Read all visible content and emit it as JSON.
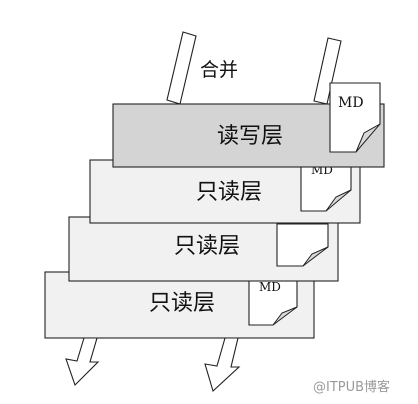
{
  "diagram": {
    "merge_label": "合并",
    "layers": [
      {
        "label": "读写层",
        "fill": "#d4d4d4",
        "file_label": "MD"
      },
      {
        "label": "只读层",
        "fill": "#f1f1f1",
        "file_label": "MD"
      },
      {
        "label": "只读层",
        "fill": "#f1f1f1",
        "file_label": ""
      },
      {
        "label": "只读层",
        "fill": "#f1f1f1",
        "file_label": "MD"
      }
    ]
  },
  "watermark": "@ITPUB博客"
}
